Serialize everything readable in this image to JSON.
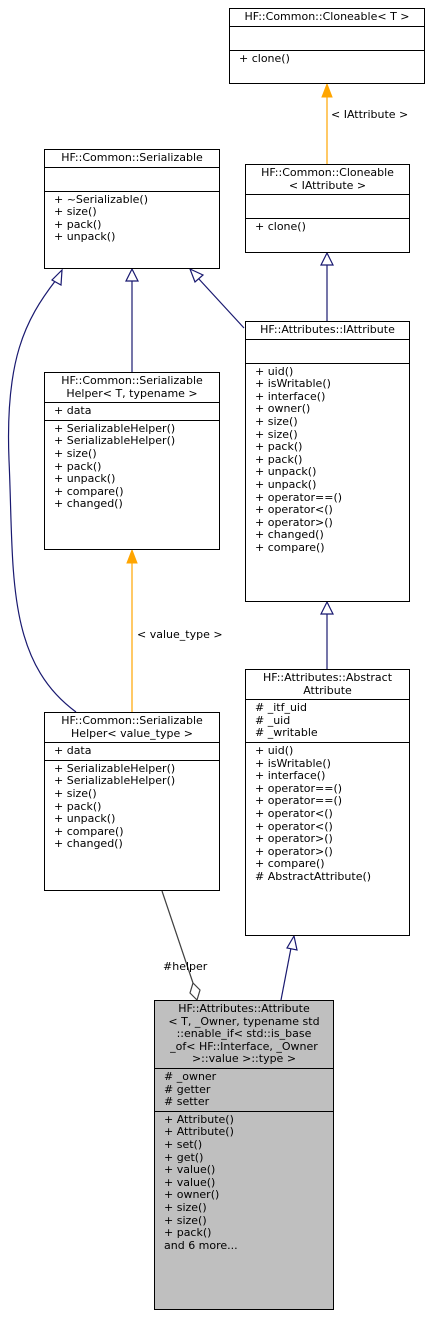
{
  "nodes": {
    "cloneable_t": {
      "title": [
        "HF::Common::Cloneable< T >"
      ],
      "attributes": [],
      "methods": [
        "+ clone()"
      ]
    },
    "serializable": {
      "title": [
        "HF::Common::Serializable"
      ],
      "attributes": [],
      "methods": [
        "+ ~Serializable()",
        "+ size()",
        "+ pack()",
        "+ unpack()"
      ]
    },
    "cloneable_iattr": {
      "title": [
        "HF::Common::Cloneable",
        "< IAttribute >"
      ],
      "attributes": [],
      "methods": [
        "+ clone()"
      ]
    },
    "serhelper_t": {
      "title": [
        "HF::Common::Serializable",
        "Helper< T, typename >"
      ],
      "attributes": [
        "+ data"
      ],
      "methods": [
        "+ SerializableHelper()",
        "+ SerializableHelper()",
        "+ size()",
        "+ pack()",
        "+ unpack()",
        "+ compare()",
        "+ changed()"
      ]
    },
    "iattribute": {
      "title": [
        "HF::Attributes::IAttribute"
      ],
      "attributes": [],
      "methods": [
        "+ uid()",
        "+ isWritable()",
        "+ interface()",
        "+ owner()",
        "+ size()",
        "+ size()",
        "+ pack()",
        "+ pack()",
        "+ unpack()",
        "+ unpack()",
        "+ operator==()",
        "+ operator<()",
        "+ operator>()",
        "+ changed()",
        "+ compare()"
      ]
    },
    "abstract_attr": {
      "title": [
        "HF::Attributes::Abstract",
        "Attribute"
      ],
      "attributes": [
        "# _itf_uid",
        "# _uid",
        "# _writable"
      ],
      "methods": [
        "+ uid()",
        "+ isWritable()",
        "+ interface()",
        "+ operator==()",
        "+ operator==()",
        "+ operator<()",
        "+ operator<()",
        "+ operator>()",
        "+ operator>()",
        "+ compare()",
        "# AbstractAttribute()"
      ]
    },
    "serhelper_vt": {
      "title": [
        "HF::Common::Serializable",
        "Helper< value_type >"
      ],
      "attributes": [
        "+ data"
      ],
      "methods": [
        "+ SerializableHelper()",
        "+ SerializableHelper()",
        "+ size()",
        "+ pack()",
        "+ unpack()",
        "+ compare()",
        "+ changed()"
      ]
    },
    "attribute": {
      "title": [
        "HF::Attributes::Attribute",
        "< T, _Owner, typename std",
        "::enable_if< std::is_base",
        "_of< HF::Interface, _Owner",
        ">::value >::type >"
      ],
      "attributes": [
        "# _owner",
        "# getter",
        "# setter"
      ],
      "methods": [
        "+ Attribute()",
        "+ Attribute()",
        "+ set()",
        "+ get()",
        "+ value()",
        "+ value()",
        "+ owner()",
        "+ size()",
        "+ size()",
        "+ pack()",
        "and 6 more..."
      ]
    }
  },
  "edge_labels": {
    "iattribute_template": "< IAttribute >",
    "value_type_template": "< value_type >",
    "helper_member": "#helper"
  },
  "colors": {
    "inheritance": "#191970",
    "template": "#ffa500",
    "usage": "#404040",
    "focus_fill": "#bfbfbf"
  }
}
